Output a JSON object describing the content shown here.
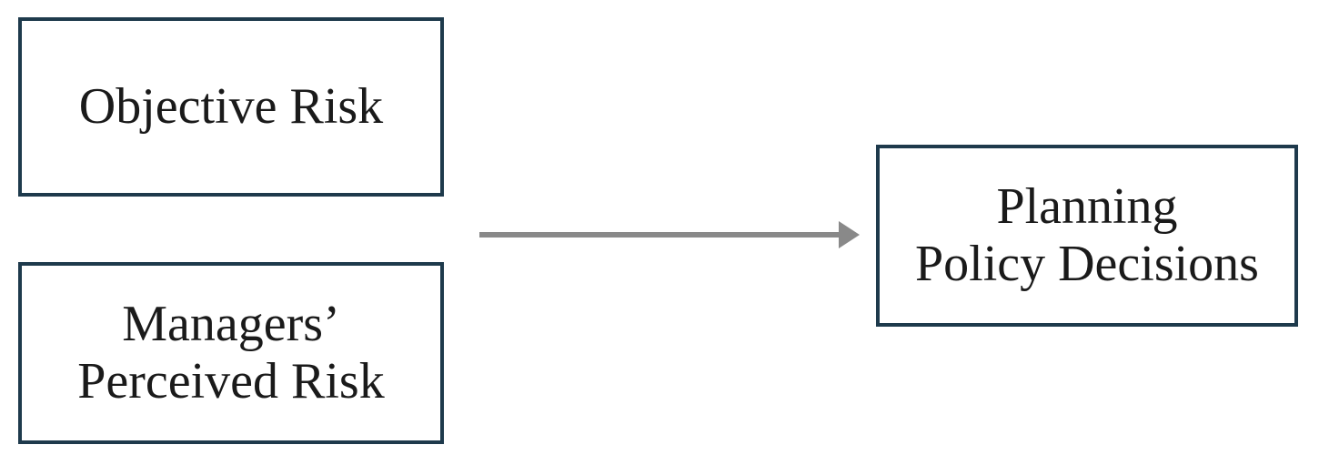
{
  "diagram": {
    "type": "flow-diagram",
    "boxes": {
      "objective_risk": {
        "lines": [
          "Objective Risk"
        ]
      },
      "managers_perceived_risk": {
        "lines": [
          "Managers’",
          "Perceived Risk"
        ]
      },
      "planning_policy_decisions": {
        "lines": [
          "Planning",
          "Policy Decisions"
        ]
      }
    },
    "arrow": {
      "from": "objective-risk-and-managers-perceived-risk",
      "to": "planning-policy-decisions",
      "direction": "right"
    }
  },
  "colors": {
    "background": "#ffffff",
    "box-border": "#1e3a4c",
    "text": "#1a1a1a",
    "arrow": "#898989"
  }
}
